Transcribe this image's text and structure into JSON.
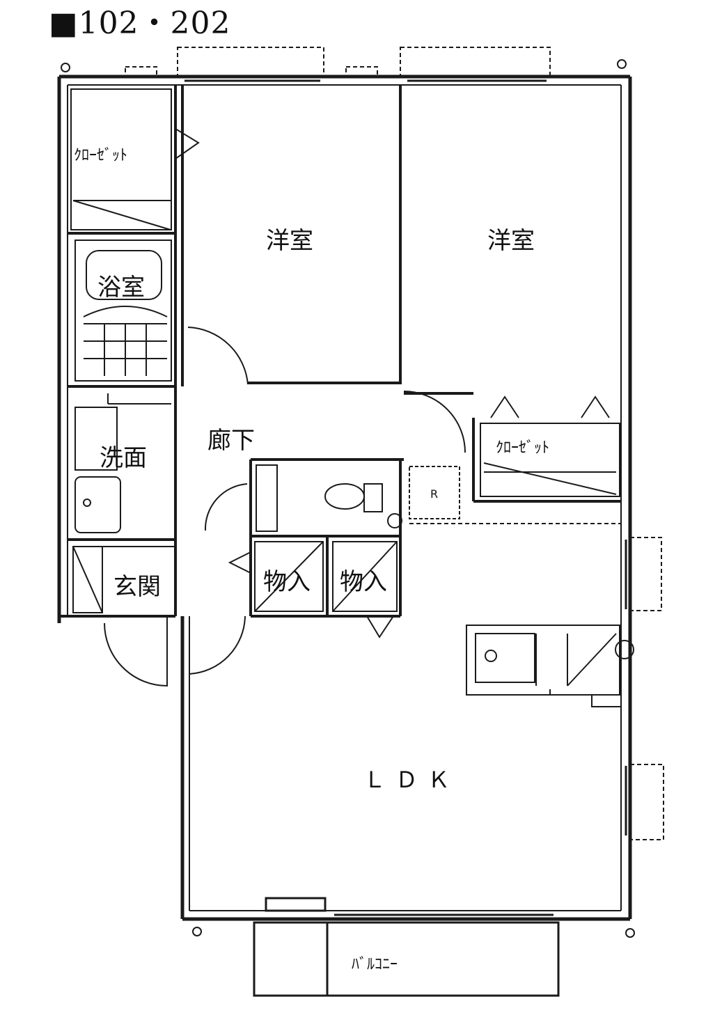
{
  "title": "■102・202",
  "rooms": {
    "closet_left": "ｸﾛｰｾﾞｯﾄ",
    "western_room_1": "洋室",
    "western_room_2": "洋室",
    "bathroom": "浴室",
    "washroom": "洗面",
    "hallway": "廊下",
    "closet_right": "ｸﾛｰｾﾞｯﾄ",
    "refrigerator": "R",
    "storage_1": "物入",
    "storage_2": "物入",
    "entrance": "玄関",
    "ldk": "ＬＤＫ",
    "balcony": "ﾊﾞﾙｺﾆｰ"
  },
  "colors": {
    "line": "#1a1a1a",
    "background": "#ffffff"
  }
}
